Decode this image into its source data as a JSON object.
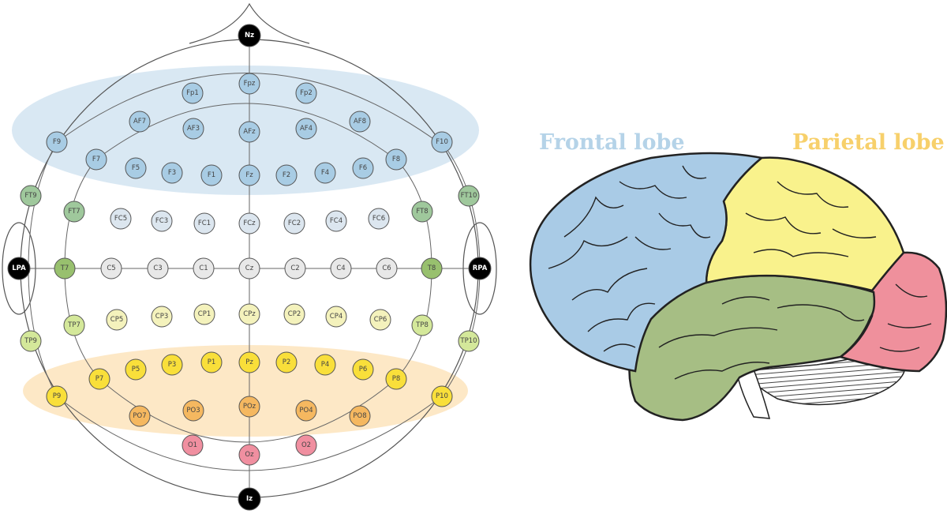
{
  "eeg_map": {
    "electrodes": [
      {
        "label": "Nz",
        "group": "landmark"
      },
      {
        "label": "Fpz",
        "group": "frontal"
      },
      {
        "label": "Fp1",
        "group": "frontal"
      },
      {
        "label": "Fp2",
        "group": "frontal"
      },
      {
        "label": "AF7",
        "group": "frontal"
      },
      {
        "label": "AF3",
        "group": "frontal"
      },
      {
        "label": "AFz",
        "group": "frontal"
      },
      {
        "label": "AF4",
        "group": "frontal"
      },
      {
        "label": "AF8",
        "group": "frontal"
      },
      {
        "label": "F9",
        "group": "frontal"
      },
      {
        "label": "F10",
        "group": "frontal"
      },
      {
        "label": "F7",
        "group": "frontal"
      },
      {
        "label": "F5",
        "group": "frontal"
      },
      {
        "label": "F3",
        "group": "frontal"
      },
      {
        "label": "F1",
        "group": "frontal"
      },
      {
        "label": "Fz",
        "group": "frontal"
      },
      {
        "label": "F2",
        "group": "frontal"
      },
      {
        "label": "F4",
        "group": "frontal"
      },
      {
        "label": "F6",
        "group": "frontal"
      },
      {
        "label": "F8",
        "group": "frontal"
      },
      {
        "label": "FT9",
        "group": "temporal"
      },
      {
        "label": "FT10",
        "group": "temporal"
      },
      {
        "label": "FT7",
        "group": "temporal"
      },
      {
        "label": "FT8",
        "group": "temporal"
      },
      {
        "label": "FC5",
        "group": "frontocentral"
      },
      {
        "label": "FC3",
        "group": "frontocentral"
      },
      {
        "label": "FC1",
        "group": "frontocentral"
      },
      {
        "label": "FCz",
        "group": "frontocentral"
      },
      {
        "label": "FC2",
        "group": "frontocentral"
      },
      {
        "label": "FC4",
        "group": "frontocentral"
      },
      {
        "label": "FC6",
        "group": "frontocentral"
      },
      {
        "label": "LPA",
        "group": "landmark"
      },
      {
        "label": "RPA",
        "group": "landmark"
      },
      {
        "label": "T7",
        "group": "temporal_mid"
      },
      {
        "label": "T8",
        "group": "temporal_mid"
      },
      {
        "label": "C5",
        "group": "central"
      },
      {
        "label": "C3",
        "group": "central"
      },
      {
        "label": "C1",
        "group": "central"
      },
      {
        "label": "Cz",
        "group": "central"
      },
      {
        "label": "C2",
        "group": "central"
      },
      {
        "label": "C4",
        "group": "central"
      },
      {
        "label": "C6",
        "group": "central"
      },
      {
        "label": "TP9",
        "group": "temporoparietal"
      },
      {
        "label": "TP10",
        "group": "temporoparietal"
      },
      {
        "label": "TP7",
        "group": "temporoparietal"
      },
      {
        "label": "TP8",
        "group": "temporoparietal"
      },
      {
        "label": "CP5",
        "group": "centroparietal"
      },
      {
        "label": "CP3",
        "group": "centroparietal"
      },
      {
        "label": "CP1",
        "group": "centroparietal"
      },
      {
        "label": "CPz",
        "group": "centroparietal"
      },
      {
        "label": "CP2",
        "group": "centroparietal"
      },
      {
        "label": "CP4",
        "group": "centroparietal"
      },
      {
        "label": "CP6",
        "group": "centroparietal"
      },
      {
        "label": "P9",
        "group": "parietal"
      },
      {
        "label": "P10",
        "group": "parietal"
      },
      {
        "label": "P7",
        "group": "parietal"
      },
      {
        "label": "P5",
        "group": "parietal"
      },
      {
        "label": "P3",
        "group": "parietal"
      },
      {
        "label": "P1",
        "group": "parietal"
      },
      {
        "label": "Pz",
        "group": "parietal"
      },
      {
        "label": "P2",
        "group": "parietal"
      },
      {
        "label": "P4",
        "group": "parietal"
      },
      {
        "label": "P6",
        "group": "parietal"
      },
      {
        "label": "P8",
        "group": "parietal"
      },
      {
        "label": "PO7",
        "group": "parietooccipital"
      },
      {
        "label": "PO3",
        "group": "parietooccipital"
      },
      {
        "label": "POz",
        "group": "parietooccipital"
      },
      {
        "label": "PO4",
        "group": "parietooccipital"
      },
      {
        "label": "PO8",
        "group": "parietooccipital"
      },
      {
        "label": "O1",
        "group": "occipital"
      },
      {
        "label": "Oz",
        "group": "occipital"
      },
      {
        "label": "O2",
        "group": "occipital"
      },
      {
        "label": "Iz",
        "group": "landmark"
      }
    ],
    "group_colors": {
      "frontal": "#a8cce4",
      "frontocentral": "#dce6ef",
      "central": "#e8e8e8",
      "temporal": "#9fc89c",
      "temporal_mid": "#98c06e",
      "temporoparietal": "#d4e89a",
      "centroparietal": "#f4f2bc",
      "parietal": "#f9df3a",
      "parietooccipital": "#f5b860",
      "occipital": "#f08fa0",
      "landmark": "#000000"
    },
    "frontal_band_color": "#b9d6ea",
    "parietal_band_color": "#fbd9a0"
  },
  "brain": {
    "labels": {
      "frontal": "Frontal lobe",
      "parietal": "Parietal lobe"
    },
    "lobe_colors": {
      "frontal": "#a9cbe6",
      "parietal": "#f9f28c",
      "temporal": "#a6be84",
      "occipital": "#ef909c",
      "cerebellum": "#ffffff"
    }
  }
}
